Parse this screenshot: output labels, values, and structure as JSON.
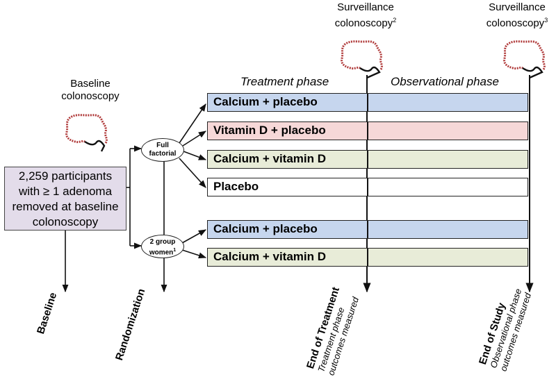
{
  "colonoscopy": {
    "baseline": [
      "Baseline",
      "colonoscopy"
    ],
    "surveillance_2": {
      "text": [
        "Surveillance",
        "colonoscopy"
      ],
      "sup": "2"
    },
    "surveillance_3": {
      "text": [
        "Surveillance",
        "colonoscopy"
      ],
      "sup": "3"
    }
  },
  "phases": {
    "treatment": "Treatment phase",
    "observational": "Observational phase"
  },
  "participants": [
    "2,259 participants",
    "with ≥ 1 adenoma",
    "removed at baseline",
    "colonoscopy"
  ],
  "nodes": {
    "factorial": [
      "Full",
      "factorial"
    ],
    "two_group": {
      "line1": "2 group",
      "line2": "women",
      "sup": "1"
    }
  },
  "arms": [
    {
      "label": "Calcium + placebo",
      "color": "#c6d6ee"
    },
    {
      "label": "Vitamin D + placebo",
      "color": "#f6d8d8"
    },
    {
      "label": "Calcium + vitamin D",
      "color": "#e8ecd8"
    },
    {
      "label": "Placebo",
      "color": "#ffffff"
    },
    {
      "label": "Calcium + placebo",
      "color": "#c6d6ee"
    },
    {
      "label": "Calcium + vitamin D",
      "color": "#e8ecd8"
    }
  ],
  "timeline": {
    "baseline": "Baseline",
    "randomization": "Randomization",
    "end_treatment": {
      "title": "End of Treatment",
      "sub": [
        "Treatment phase",
        "outcomes measured"
      ]
    },
    "end_study": {
      "title": "End of Study",
      "sub": [
        "Observational phase",
        "outcomes measured"
      ]
    }
  }
}
